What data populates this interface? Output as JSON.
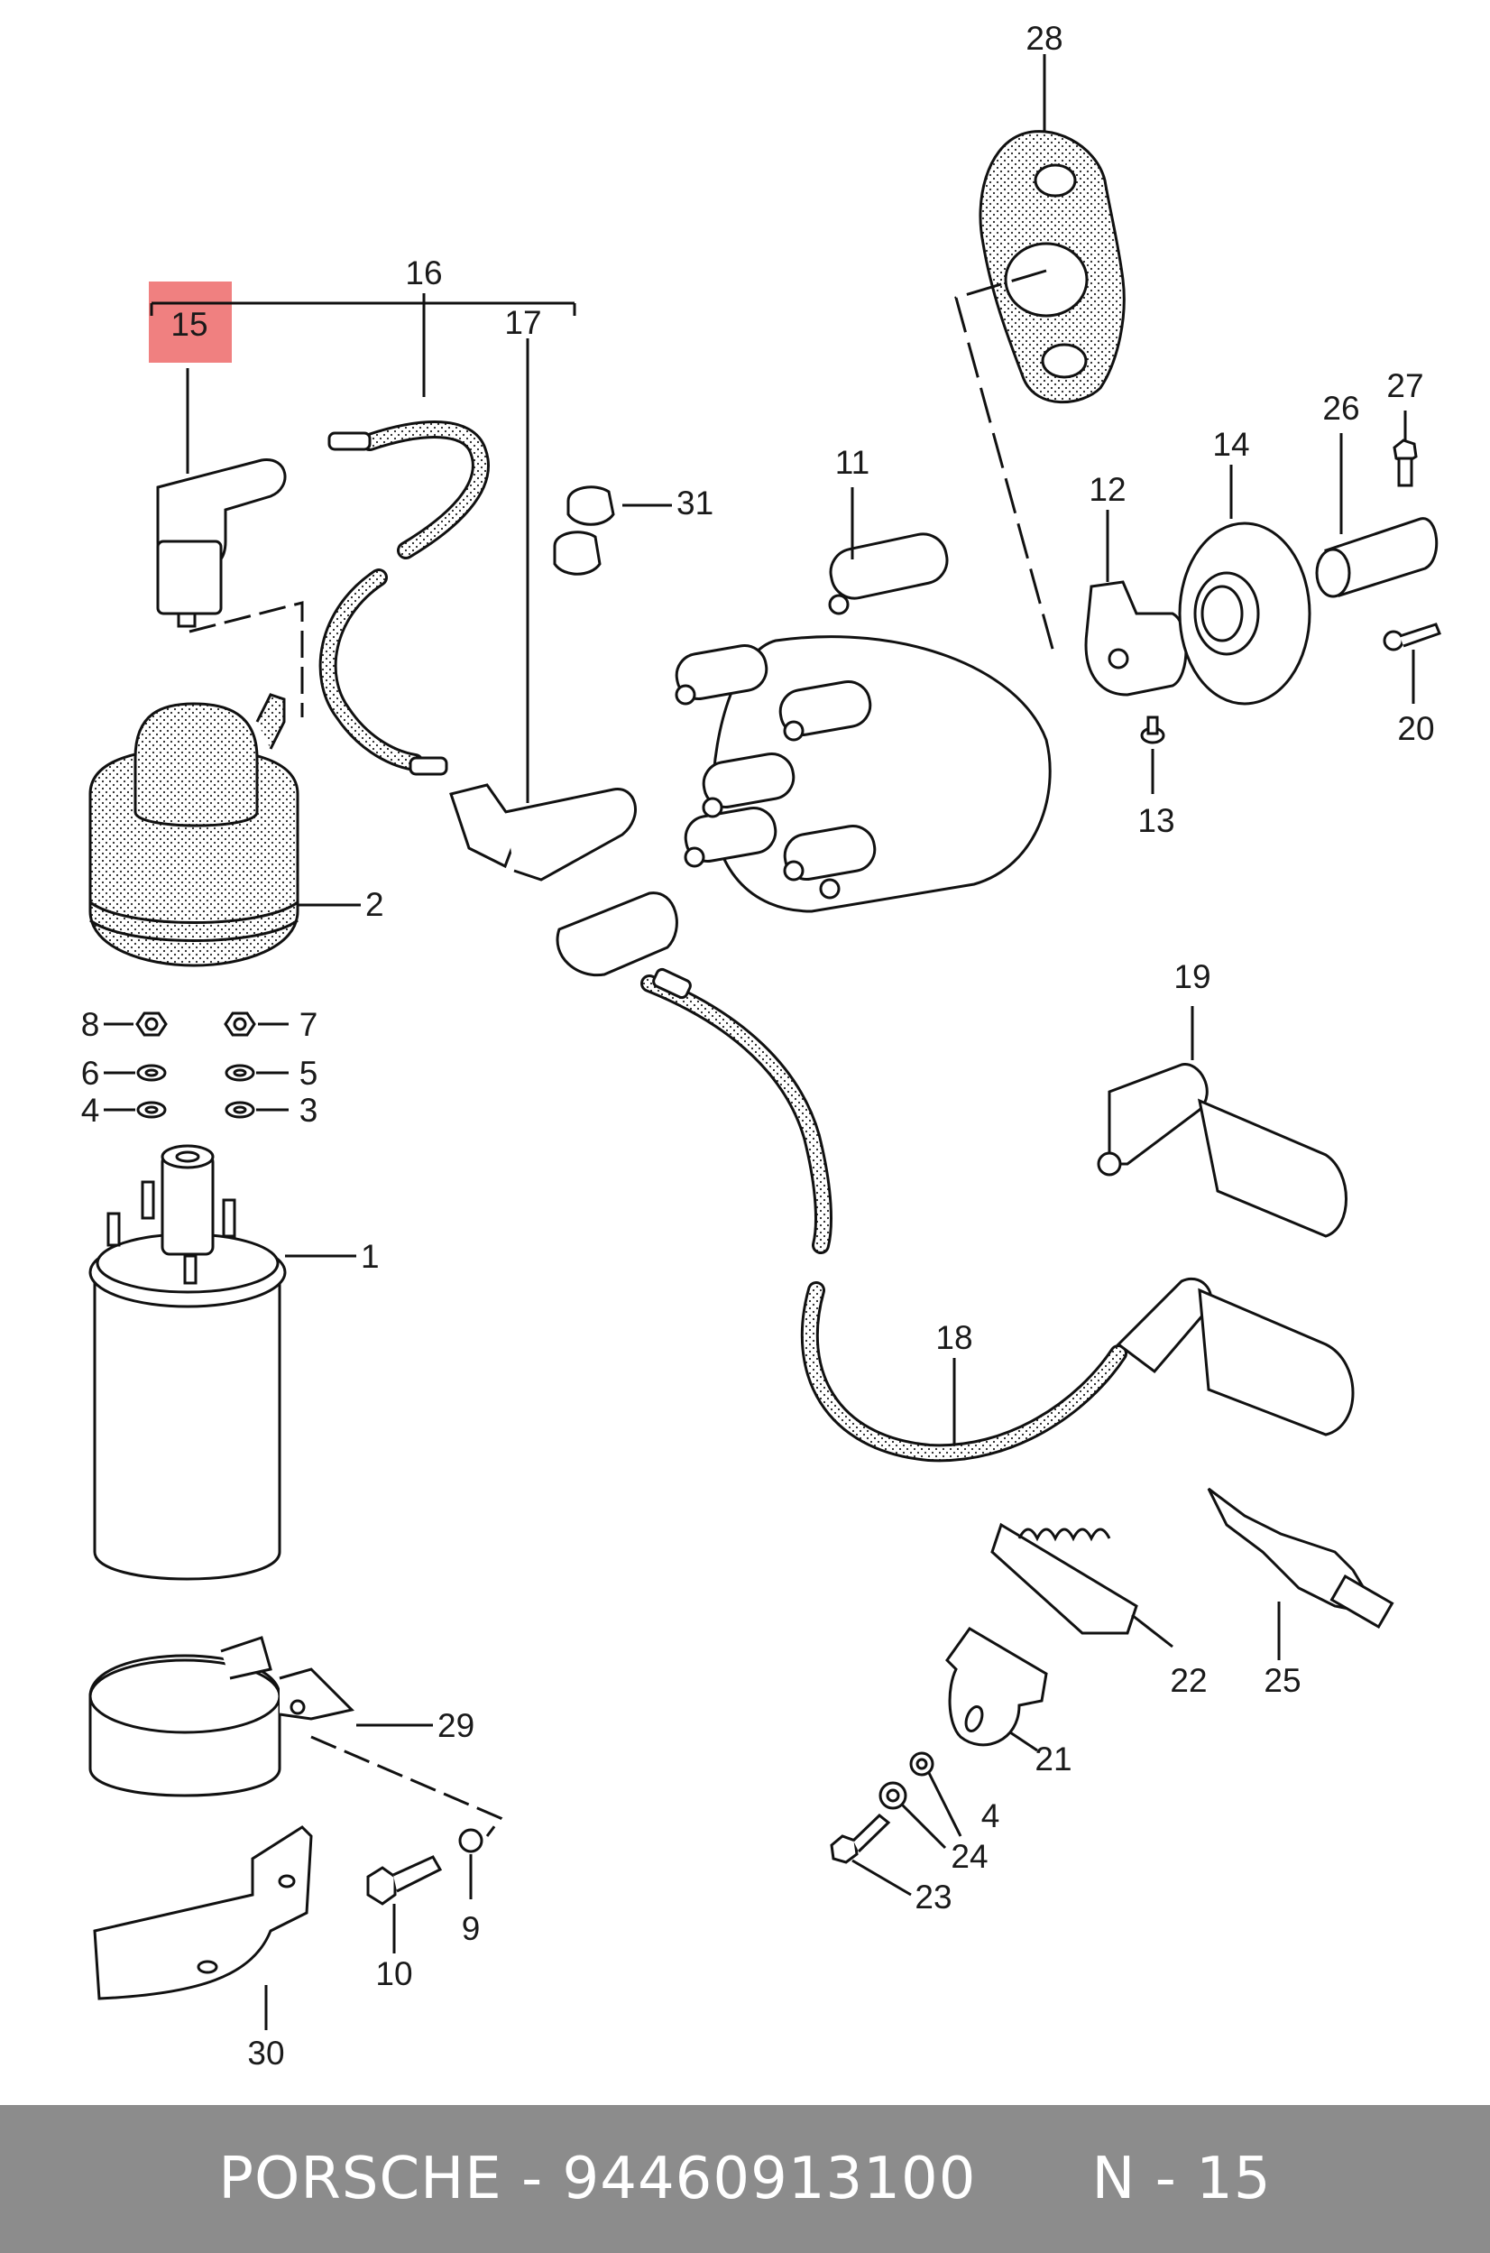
{
  "callouts": {
    "p1": "1",
    "p2": "2",
    "p3": "3",
    "p4a": "4",
    "p4b": "4",
    "p5": "5",
    "p6": "6",
    "p7": "7",
    "p8": "8",
    "p9": "9",
    "p10": "10",
    "p11": "11",
    "p12": "12",
    "p13": "13",
    "p14": "14",
    "p15": "15",
    "p16": "16",
    "p17": "17",
    "p18": "18",
    "p19": "19",
    "p20": "20",
    "p21": "21",
    "p22": "22",
    "p23": "23",
    "p24": "24",
    "p25": "25",
    "p26": "26",
    "p27": "27",
    "p28": "28",
    "p29": "29",
    "p30": "30",
    "p31": "31"
  },
  "highlight_color": "#f08080",
  "footer": {
    "brand": "PORSCHE",
    "separator": " - ",
    "part_number": "94460913100",
    "gap": "      ",
    "position": "N - 15"
  }
}
